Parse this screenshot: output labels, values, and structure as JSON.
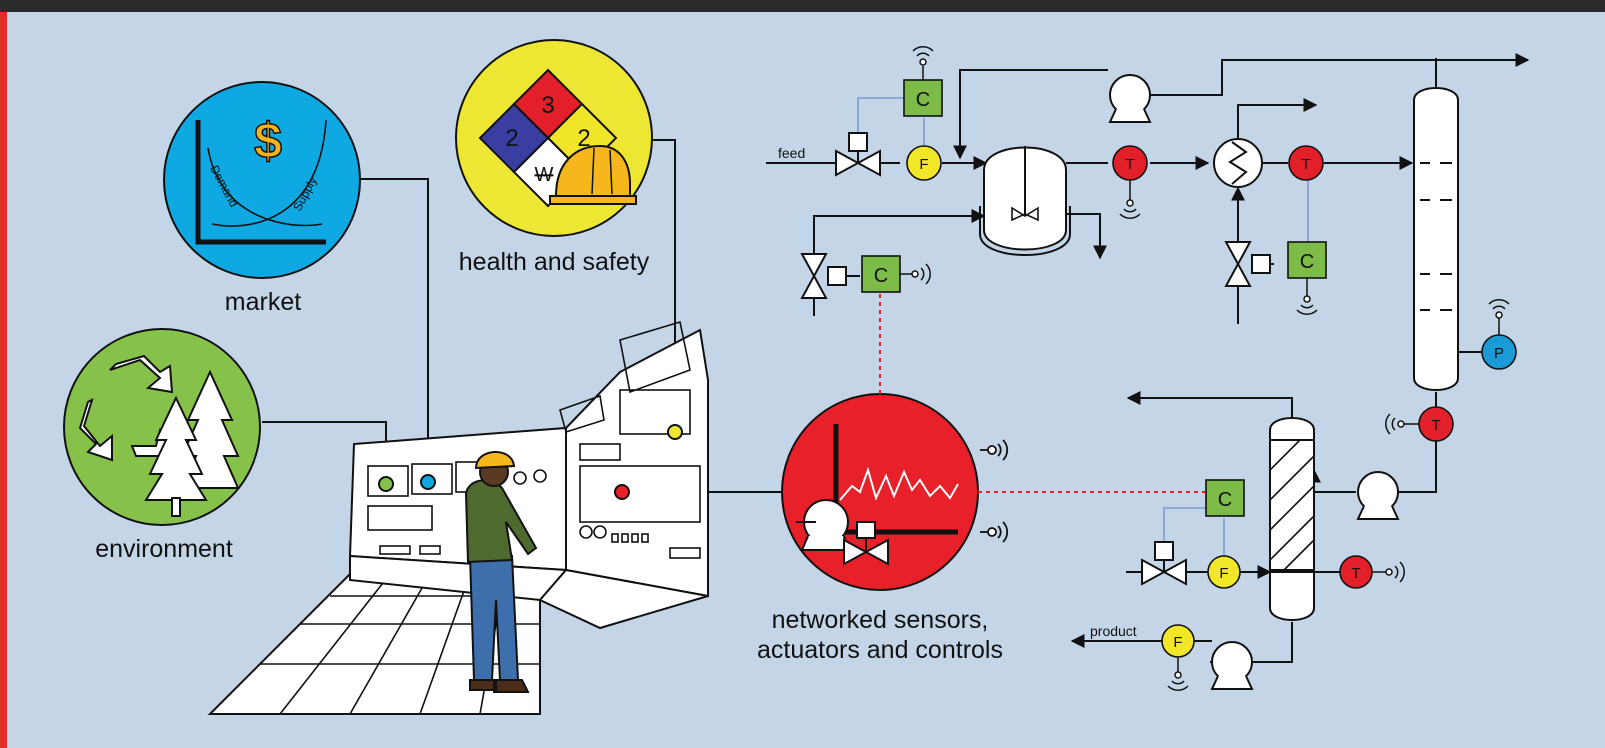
{
  "colors": {
    "background": "#c4d5e8",
    "frame_left": "#e32b27",
    "frame_top": "#2b2b2b",
    "market": "#0ea8e2",
    "safety": "#ede633",
    "environment": "#86c24a",
    "network": "#e8202a",
    "controller": "#7dbb48",
    "flow": "#f2e629",
    "temperature": "#e3202a",
    "pressure": "#1a9ad6",
    "nfpa_red": "#e3202a",
    "nfpa_blue": "#3a3ea0",
    "nfpa_yellow": "#f1e52a",
    "hardhat": "#f5b71c",
    "dollar": "#f6b31b"
  },
  "labels": {
    "market": "market",
    "health_safety": "health and safety",
    "environment": "environment",
    "network_line1": "networked sensors,",
    "network_line2": "actuators and controls",
    "feed": "feed",
    "product": "product",
    "demand": "Demand",
    "supply": "Supply",
    "dollar": "$"
  },
  "nfpa": {
    "top": "3",
    "left": "2",
    "right": "2",
    "bottom": "W"
  },
  "instruments": {
    "controller": "C",
    "flow": "F",
    "temperature": "T",
    "pressure": "P"
  },
  "icons": [
    "dollar-icon",
    "recycle-icon",
    "pine-tree-icon",
    "hardhat-icon",
    "wireless-signal-icon",
    "valve-icon",
    "pump-icon",
    "heat-exchanger-icon",
    "reactor-icon",
    "distillation-column-icon",
    "operator-icon"
  ]
}
